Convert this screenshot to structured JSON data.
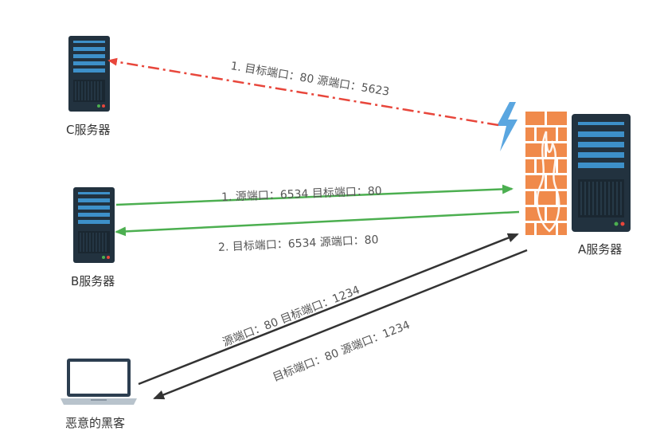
{
  "nodes": {
    "c_server": {
      "label": "C服务器",
      "icon": "server-icon"
    },
    "b_server": {
      "label": "B服务器",
      "icon": "server-icon"
    },
    "a_server": {
      "label": "A服务器",
      "icon": "server-icon"
    },
    "hacker": {
      "label": "恶意的黑客",
      "icon": "laptop-icon"
    },
    "firewall": {
      "icon": "firewall-icon"
    },
    "lightning": {
      "icon": "lightning-icon"
    }
  },
  "edges": {
    "a_to_c": {
      "text": "1.  目标端口：80    源端口：5623",
      "color": "#e8463b",
      "style": "dash-dot"
    },
    "b_to_a": {
      "text": "1. 源端口：6534   目标端口：80",
      "color": "#4caf50",
      "style": "solid"
    },
    "a_to_b": {
      "text": "2. 目标端口：6534   源端口：80",
      "color": "#4caf50",
      "style": "solid"
    },
    "hacker_to_a": {
      "text": "源端口：80    目标端口：1234",
      "color": "#333333",
      "style": "solid"
    },
    "a_to_hacker": {
      "text": "目标端口：80    源端口：1234",
      "color": "#333333",
      "style": "solid"
    }
  },
  "colors": {
    "server_body": "#22323f",
    "server_slot": "#3d90c9",
    "firewall_brick": "#f08a4b",
    "lightning": "#5aa6e0"
  }
}
